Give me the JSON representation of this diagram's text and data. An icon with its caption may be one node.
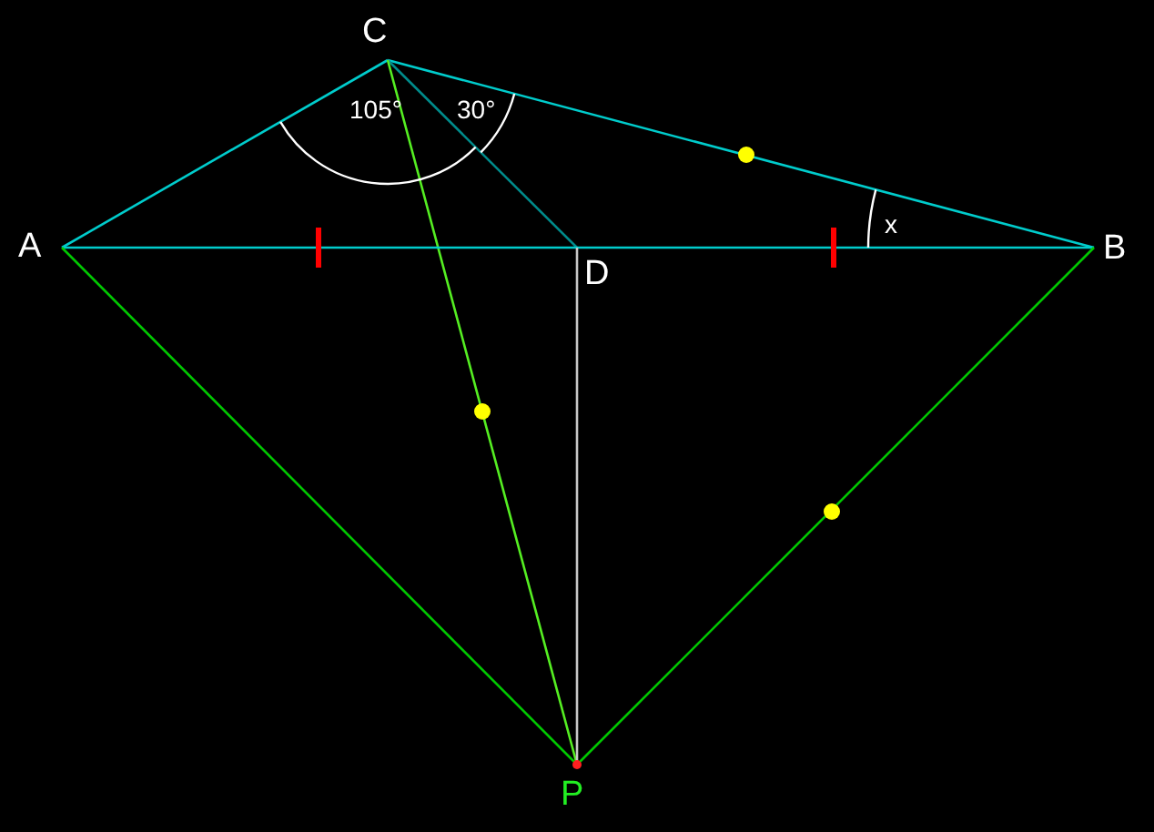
{
  "diagram": {
    "nodes": [
      {
        "text": [
          "C"
        ]
      },
      {
        "text": [
          "A"
        ]
      },
      {
        "text": [
          "D"
        ]
      },
      {
        "text": [
          "B"
        ]
      },
      {
        "text": [
          "P"
        ]
      }
    ],
    "edges": [
      {
        "from": 0,
        "to": 1,
        "arrow": "none"
      },
      {
        "from": 0,
        "to": 3,
        "arrow": "none"
      },
      {
        "from": 0,
        "to": 2,
        "arrow": "none",
        "color": "#008b8b"
      },
      {
        "from": 0,
        "to": 4,
        "arrow": "none",
        "color": "#55ee22"
      },
      {
        "from": 1,
        "to": 2,
        "arrow": "none"
      },
      {
        "from": 2,
        "to": 3,
        "arrow": "none"
      },
      {
        "from": 2,
        "to": 4,
        "arrow": "none",
        "color": "#c8c8c8"
      },
      {
        "from": 1,
        "to": 4,
        "arrow": "none",
        "color": "#00c800"
      },
      {
        "from": 3,
        "to": 4,
        "arrow": "none",
        "color": "#00c800"
      }
    ],
    "labels": [
      "105°",
      "30°",
      "x"
    ]
  }
}
